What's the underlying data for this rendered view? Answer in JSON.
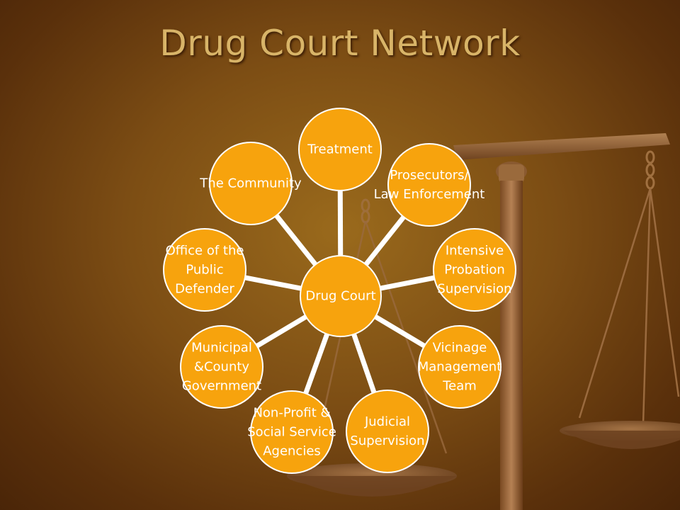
{
  "slide": {
    "title": "Drug Court Network"
  },
  "diagram": {
    "center": {
      "id": "drug-court",
      "lines": [
        "Drug Court"
      ]
    },
    "nodes": [
      {
        "id": "treatment",
        "lines": [
          "Treatment"
        ]
      },
      {
        "id": "prosecutors",
        "lines": [
          "Prosecutors/",
          "Law Enforcement"
        ]
      },
      {
        "id": "intensive-probation",
        "lines": [
          "Intensive",
          "Probation",
          "Supervision"
        ]
      },
      {
        "id": "vicinage-management",
        "lines": [
          "Vicinage",
          "Management",
          "Team"
        ]
      },
      {
        "id": "judicial-supervision",
        "lines": [
          "Judicial",
          "Supervision"
        ]
      },
      {
        "id": "non-profit",
        "lines": [
          "Non-Profit &",
          "Social Service",
          "Agencies"
        ]
      },
      {
        "id": "municipal-county",
        "lines": [
          "Municipal",
          "&County",
          "Government"
        ]
      },
      {
        "id": "public-defender",
        "lines": [
          "Office of the",
          "Public",
          "Defender"
        ]
      },
      {
        "id": "community",
        "lines": [
          "The Community"
        ]
      }
    ],
    "colors": {
      "node_fill": "#f7a30d",
      "node_stroke": "#ffffff",
      "connector": "#ffffff",
      "label": "#ffffff"
    }
  }
}
